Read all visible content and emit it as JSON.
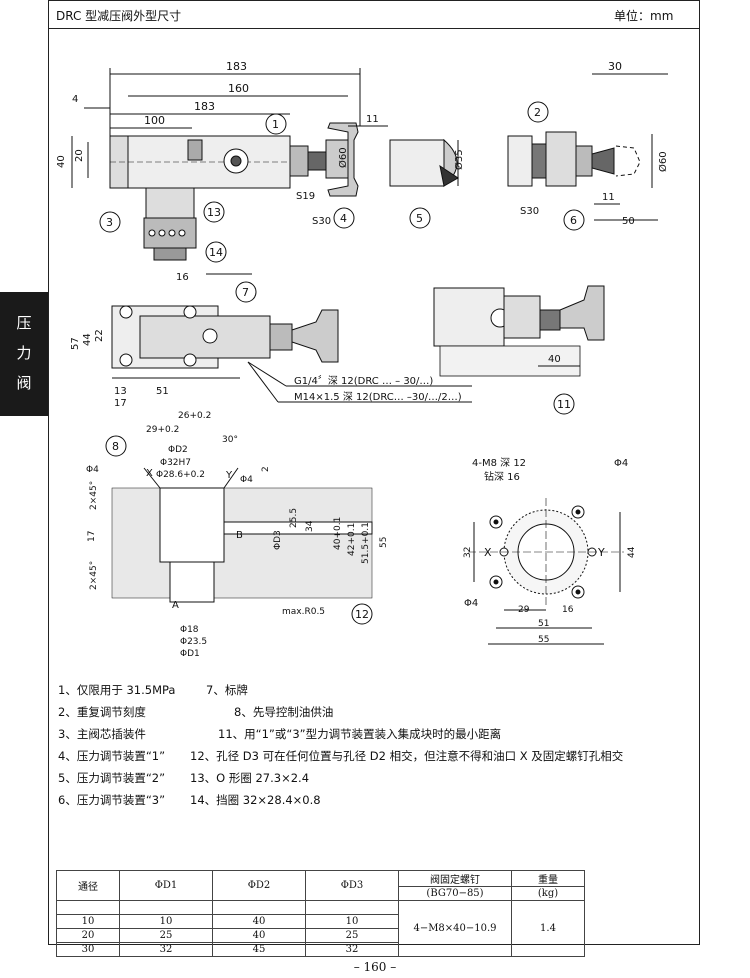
{
  "header": {
    "title": "DRC 型减压阀外型尺寸",
    "unit": "单位：mm"
  },
  "side_tab": {
    "chars": [
      "压",
      "力",
      "阀"
    ]
  },
  "top_view": {
    "dims": [
      "183",
      "160",
      "183",
      "100",
      "30",
      "11",
      "4",
      "40",
      "20",
      "Ø60",
      "Ø35",
      "Ø60",
      "11",
      "50",
      "16",
      "S19",
      "S30",
      "S30"
    ],
    "callouts": [
      "1",
      "2",
      "3",
      "4",
      "5",
      "6",
      "13",
      "14"
    ]
  },
  "mid_view": {
    "dims": [
      "57",
      "44",
      "22",
      "13",
      "51",
      "17",
      "40"
    ],
    "callouts": [
      "7",
      "11"
    ],
    "thread_g": "G1/4〞深 12(DRC … – 30/…)",
    "thread_m": "M14×1.5 深 12(DRC… –30/…/2…)"
  },
  "section_view": {
    "dims": [
      "26+0.2",
      "29+0.2",
      "ΦD2",
      "Φ32H7",
      "Φ28.6+0.2",
      "Φ4",
      "Φ4",
      "2×45°",
      "2×45°",
      "17",
      "30°",
      "2",
      "ΦD3",
      "25.5",
      "34",
      "40+0.1",
      "42+0.1",
      "51.5+0.1",
      "55",
      "Φ18",
      "Φ23.5",
      "ΦD1",
      "max.R0.5"
    ],
    "letters": [
      "X",
      "Y",
      "B",
      "A"
    ],
    "callouts": [
      "8",
      "12"
    ]
  },
  "port_view": {
    "labels": [
      "4-M8 深 12",
      "钻深 16",
      "Φ4",
      "Φ4",
      "X",
      "Y"
    ],
    "dims": [
      "32",
      "44",
      "29",
      "16",
      "51",
      "55"
    ]
  },
  "notes": [
    {
      "left": "1、仅限用于 31.5MPa",
      "right": "7、标牌"
    },
    {
      "left": "2、重复调节刻度",
      "right": "8、先导控制油供油"
    },
    {
      "left": "3、主阀芯插装件",
      "right": "11、用“1”或“3”型力调节装置装入集成块时的最小距离"
    },
    {
      "left": "4、压力调节装置“1”",
      "right": "12、孔径 D3 可在任何位置与孔径 D2 相交，但注意不得和油口 X 及固定螺钉孔相交"
    },
    {
      "left": "5、压力调节装置“2”",
      "right": "13、O 形圈 27.3×2.4"
    },
    {
      "left": "6、压力调节装置“3”",
      "right": "14、挡圈 32×28.4×0.8"
    }
  ],
  "table": {
    "headers": [
      "通径",
      "ΦD1",
      "ΦD2",
      "ΦD3",
      "阀固定螺钉",
      "重量"
    ],
    "subheaders": [
      "(BG70−85)",
      "(kg)"
    ],
    "rows": [
      [
        "10",
        "10",
        "40",
        "10"
      ],
      [
        "20",
        "25",
        "40",
        "25"
      ],
      [
        "30",
        "32",
        "45",
        "32"
      ]
    ],
    "screw": "4−M8×40−10.9",
    "weight": "1.4"
  },
  "page_number": "– 160 –"
}
